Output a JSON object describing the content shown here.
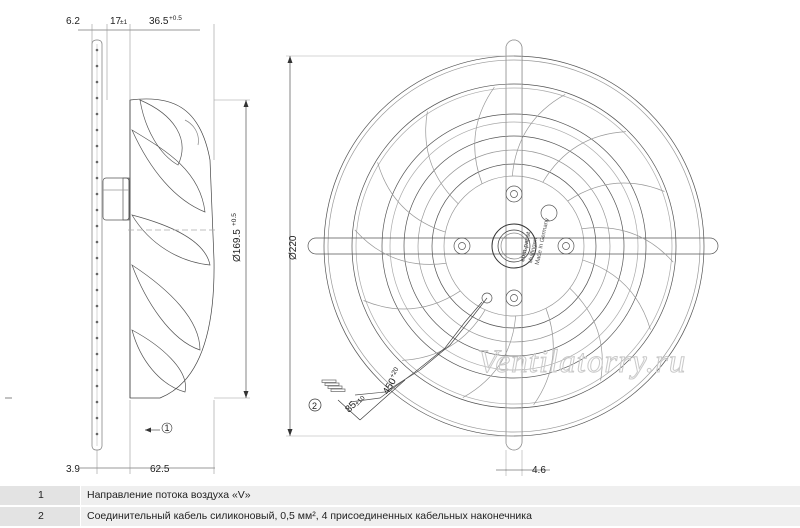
{
  "dimensions": {
    "d1": "6.2",
    "d2": "17",
    "d2_tol": "±1",
    "d3": "36.5",
    "d3_tol": "+0.5",
    "d4": "Ø169.5",
    "d4_tol": "+0.5",
    "d5": "Ø220",
    "d6": "3.9",
    "d7": "62.5",
    "d8": "4.6",
    "d9": "85",
    "d9_tol": "±10",
    "d10": "450",
    "d10_tol": "+20"
  },
  "callouts": {
    "c1": "1",
    "c2": "2"
  },
  "stamp": [
    "ebm-papst",
    "Mulfingen",
    "Made in Germany"
  ],
  "watermark": "Ventilatorry.ru",
  "legend": [
    {
      "num": "1",
      "text": "Направление потока воздуха «V»"
    },
    {
      "num": "2",
      "text": "Соединительный кабель силиконовый, 0,5 мм², 4 присоединенных кабельных наконечника"
    }
  ]
}
